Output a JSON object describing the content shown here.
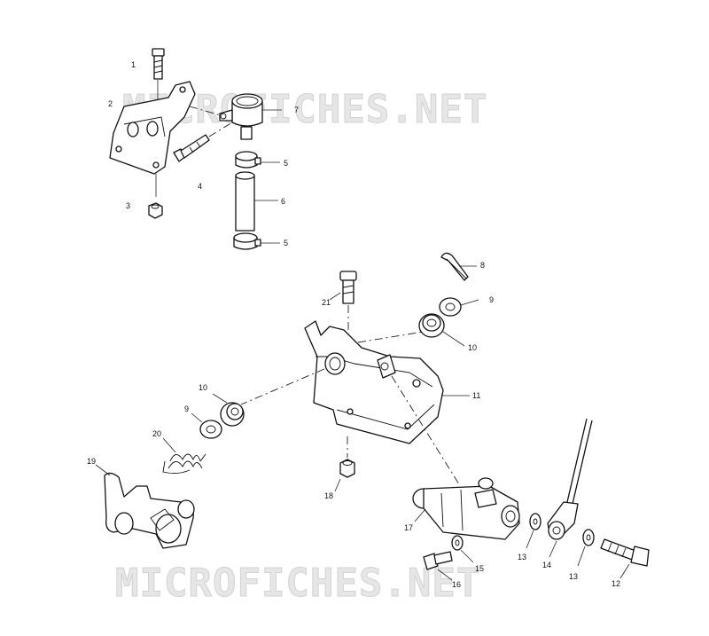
{
  "watermark": {
    "text": "MICROFICHES.NET"
  },
  "callouts": {
    "p1": "1",
    "p2": "2",
    "p3": "3",
    "p4": "4",
    "p5a": "5",
    "p5b": "5",
    "p6": "6",
    "p7": "7",
    "p8": "8",
    "p9a": "9",
    "p9b": "9",
    "p10a": "10",
    "p10b": "10",
    "p11": "11",
    "p12": "12",
    "p13a": "13",
    "p13b": "13",
    "p14": "14",
    "p15": "15",
    "p16": "16",
    "p17": "17",
    "p18": "18",
    "p19": "19",
    "p20": "20",
    "p21": "21"
  }
}
